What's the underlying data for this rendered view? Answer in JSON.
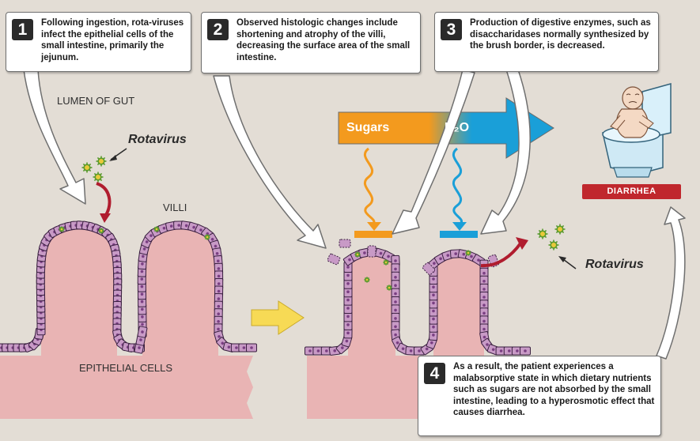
{
  "steps": [
    {
      "number": "1",
      "text": "Following ingestion, rota-viruses infect the epithelial cells of the small intestine, primarily the jejunum."
    },
    {
      "number": "2",
      "text": "Observed histologic changes include shortening and atrophy of the villi, decreasing the surface area of the small intestine."
    },
    {
      "number": "3",
      "text": "Production of digestive enzymes, such as disaccharidases normally synthesized by the brush border, is decreased."
    },
    {
      "number": "4",
      "text": "As a result, the patient experiences a malabsorptive state in which dietary nutrients such as sugars are not absorbed by the small intestine, leading to a hyperosmotic effect that causes diarrhea."
    }
  ],
  "labels": {
    "lumen": "LUMEN OF GUT",
    "villi": "VILLI",
    "epithelial": "EPITHELIAL CELLS",
    "rotavirus_left": "Rotavirus",
    "rotavirus_right": "Rotavirus",
    "sugars": "Sugars",
    "water": "H₂O",
    "diarrhea": "DIARRHEA"
  },
  "colors": {
    "background": "#e3ddd5",
    "tissue": "#e9b4b4",
    "cell_fill": "#c89ac6",
    "cell_border": "#3a2040",
    "nucleus": "#7a3f82",
    "virus": "#5a9a2e",
    "sugar_orange": "#f39a1e",
    "water_blue": "#1a9fd8",
    "transition_arrow": "#f7da55",
    "diarrhea_red": "#c0272d",
    "infection_arrow": "#b01c2e"
  }
}
